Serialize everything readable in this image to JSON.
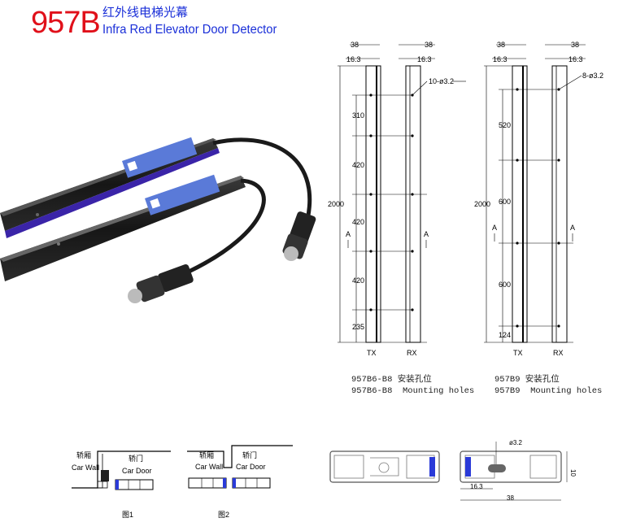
{
  "header": {
    "model": "957B",
    "title_cn": "红外线电梯光幕",
    "title_en": "Infra Red Elevator Door Detector"
  },
  "drawing_left": {
    "width_top": "38",
    "width_bottom": "16.3",
    "holes": "10-ø3.2",
    "total": "2000",
    "segments": [
      "310",
      "420",
      "420",
      "420",
      "235"
    ],
    "section_mark": "A",
    "tx": "TX",
    "rx": "RX",
    "caption_cn": "957B6-B8 安装孔位",
    "caption_en": "957B6-B8  Mounting holes"
  },
  "drawing_right": {
    "width_top": "38",
    "width_bottom": "16.3",
    "holes": "8-ø3.2",
    "total": "2000",
    "segments": [
      "520",
      "600",
      "600",
      "124"
    ],
    "section_mark": "A",
    "tx": "TX",
    "rx": "RX",
    "caption_cn": "957B9 安装孔位",
    "caption_en": "957B9  Mounting holes"
  },
  "install": {
    "fig1": {
      "wall_cn": "轿厢",
      "wall_en": "Car Wall",
      "door_cn": "轿门",
      "door_en": "Car Door",
      "label": "图1"
    },
    "fig2": {
      "wall_cn": "轿厢",
      "wall_en": "Car Wall",
      "door_cn": "轿门",
      "door_en": "Car Door",
      "label": "图2"
    }
  },
  "profile": {
    "hole": "ø3.2",
    "height": "10",
    "inner": "16.3",
    "width": "38"
  },
  "colors": {
    "red": "#e0101a",
    "blue": "#1a2fd8",
    "led": "#2a3ad8"
  }
}
